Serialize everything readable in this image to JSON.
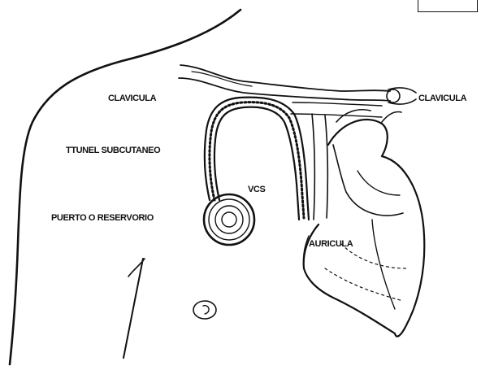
{
  "labels": {
    "clavicula_left": "CLAVICULA",
    "clavicula_right": "CLAVICULA",
    "tunnel": "TTUNEL SUBCUTANEO",
    "vcs": "VCS",
    "port": "PUERTO O RESERVORIO",
    "auricle": "AURICULA"
  },
  "colors": {
    "ink": "#111111",
    "background": "#ffffff"
  }
}
